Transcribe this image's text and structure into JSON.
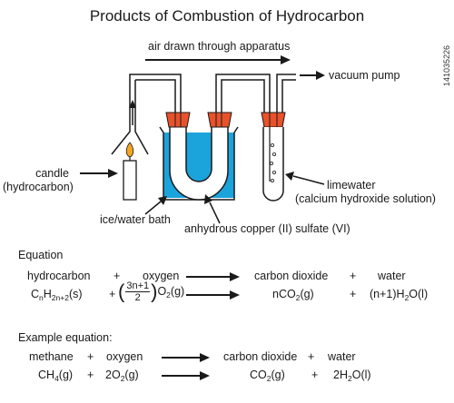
{
  "title": "Products of Combustion of Hydrocarbon",
  "labels": {
    "air_drawn": "air drawn through apparatus",
    "vacuum_pump": "vacuum pump",
    "candle_line1": "candle",
    "candle_line2": "(hydrocarbon)",
    "limewater_line1": "limewater",
    "limewater_line2": "(calcium hydroxide solution)",
    "ice_bath": "ice/water bath",
    "copper_sulfate": "anhydrous copper (II) sulfate (VI)"
  },
  "equation": {
    "heading": "Equation",
    "word": {
      "reactant1": "hydrocarbon",
      "plus1": "+",
      "reactant2": "oxygen",
      "product1": "carbon dioxide",
      "plus2": "+",
      "product2": "water"
    },
    "symbol": {
      "c": "C",
      "n": "n",
      "h": "H",
      "h_sub": "2n+2",
      "state": "(s)",
      "plus1": "+",
      "frac_num": "3n+1",
      "frac_den": "2",
      "o": "O",
      "o_sub": "2",
      "o_state": "(g)",
      "product1_pre": "nCO",
      "product1_sub": "2",
      "product1_state": "(g)",
      "plus2": "+",
      "product2_pre": "(n+1)H",
      "product2_sub": "2",
      "product2_post": "O(l)"
    }
  },
  "example": {
    "heading": "Example equation:",
    "word": {
      "reactant1": "methane",
      "plus1": "+",
      "reactant2": "oxygen",
      "product1": "carbon dioxide",
      "plus2": "+",
      "product2": "water"
    },
    "symbol": {
      "r1_pre": "CH",
      "r1_sub": "4",
      "r1_state": "(g)",
      "plus1": "+",
      "r2_pre": "2O",
      "r2_sub": "2",
      "r2_state": "(g)",
      "p1_pre": "CO",
      "p1_sub": "2",
      "p1_state": "(g)",
      "plus2": "+",
      "p2_pre": "2H",
      "p2_sub": "2",
      "p2_post": "O(l)"
    }
  },
  "stock_id": "141035226",
  "colors": {
    "water": "#1ba3dc",
    "stopper": "#e8512a",
    "glass": "#ffffff",
    "line": "#1a1a1a",
    "flame": "#f4a623"
  }
}
